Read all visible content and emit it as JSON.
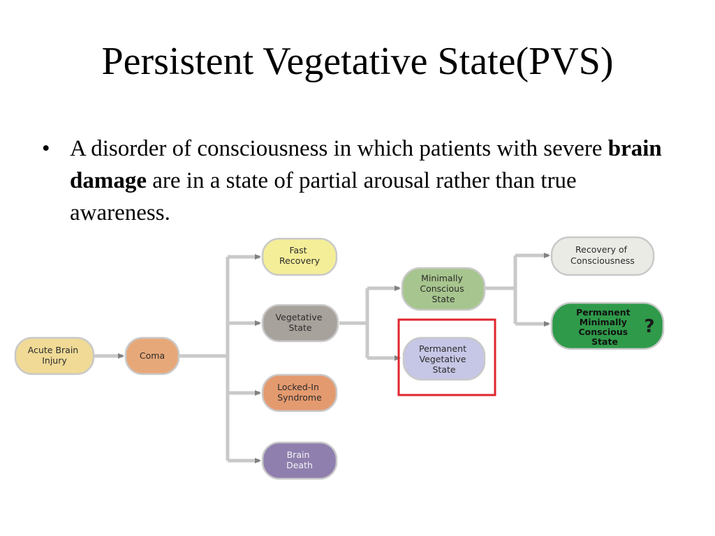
{
  "slide": {
    "title": "Persistent Vegetative State(PVS)",
    "bullet": {
      "marker": "•",
      "before": " A disorder of consciousness in which patients with severe ",
      "bold": "brain damage",
      "after": " are in a state of partial arousal rather than true awareness."
    }
  },
  "diagram": {
    "nodes": {
      "acute": {
        "lines": [
          "Acute Brain",
          "Injury"
        ],
        "fill": "#f0da96"
      },
      "coma": {
        "lines": [
          "Coma"
        ],
        "fill": "#e7a879"
      },
      "fast": {
        "lines": [
          "Fast",
          "Recovery"
        ],
        "fill": "#f4ee98"
      },
      "vegetative": {
        "lines": [
          "Vegetative",
          "State"
        ],
        "fill": "#a8a29c"
      },
      "locked": {
        "lines": [
          "Locked-In",
          "Syndrome"
        ],
        "fill": "#e49a6f"
      },
      "brain_death": {
        "lines": [
          "Brain",
          "Death"
        ],
        "fill": "#8f7fae"
      },
      "minimally": {
        "lines": [
          "Minimally",
          "Conscious",
          "State"
        ],
        "fill": "#a7c58e"
      },
      "permanent_vegetative": {
        "lines": [
          "Permanent",
          "Vegetative",
          "State"
        ],
        "fill": "#c6c6e6"
      },
      "recovery": {
        "lines": [
          "Recovery of",
          "Consciousness"
        ],
        "fill": "#ebebe6"
      },
      "permanent_minimally": {
        "lines": [
          "Permanent",
          "Minimally",
          "Conscious",
          "State"
        ],
        "fill": "#2f9a4a",
        "mark": "?"
      }
    },
    "highlight_color": "#e0262e",
    "connector_color": "#c9c9c9",
    "arrow_color": "#808080"
  }
}
